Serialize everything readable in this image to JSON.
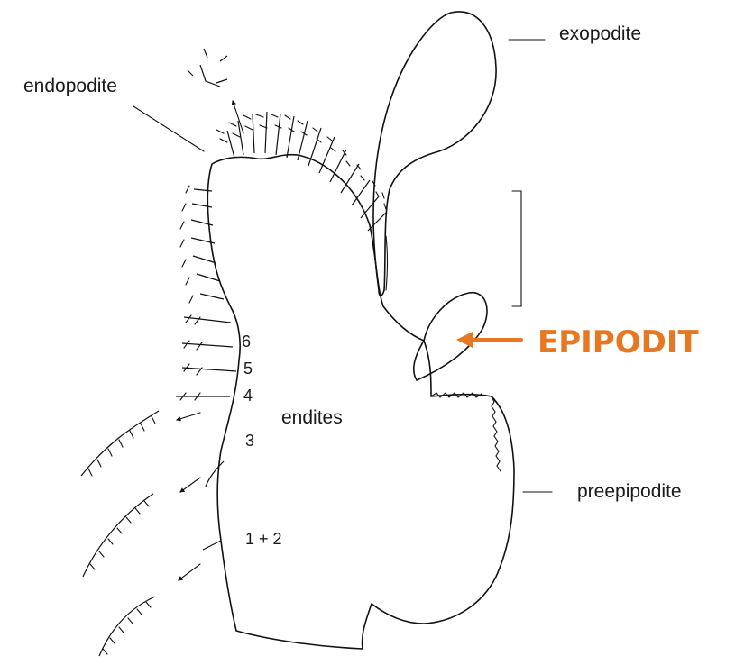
{
  "labels": {
    "exopodite": "exopodite",
    "endopodite": "endopodite",
    "endites": "endites",
    "preepipodite": "preepipodite",
    "epipodit": "EPIPODIT"
  },
  "endite_numbers": [
    "6",
    "5",
    "4",
    "3",
    "1 + 2"
  ],
  "colors": {
    "accent": "#E87722",
    "ink": "#111111",
    "background": "#ffffff"
  }
}
